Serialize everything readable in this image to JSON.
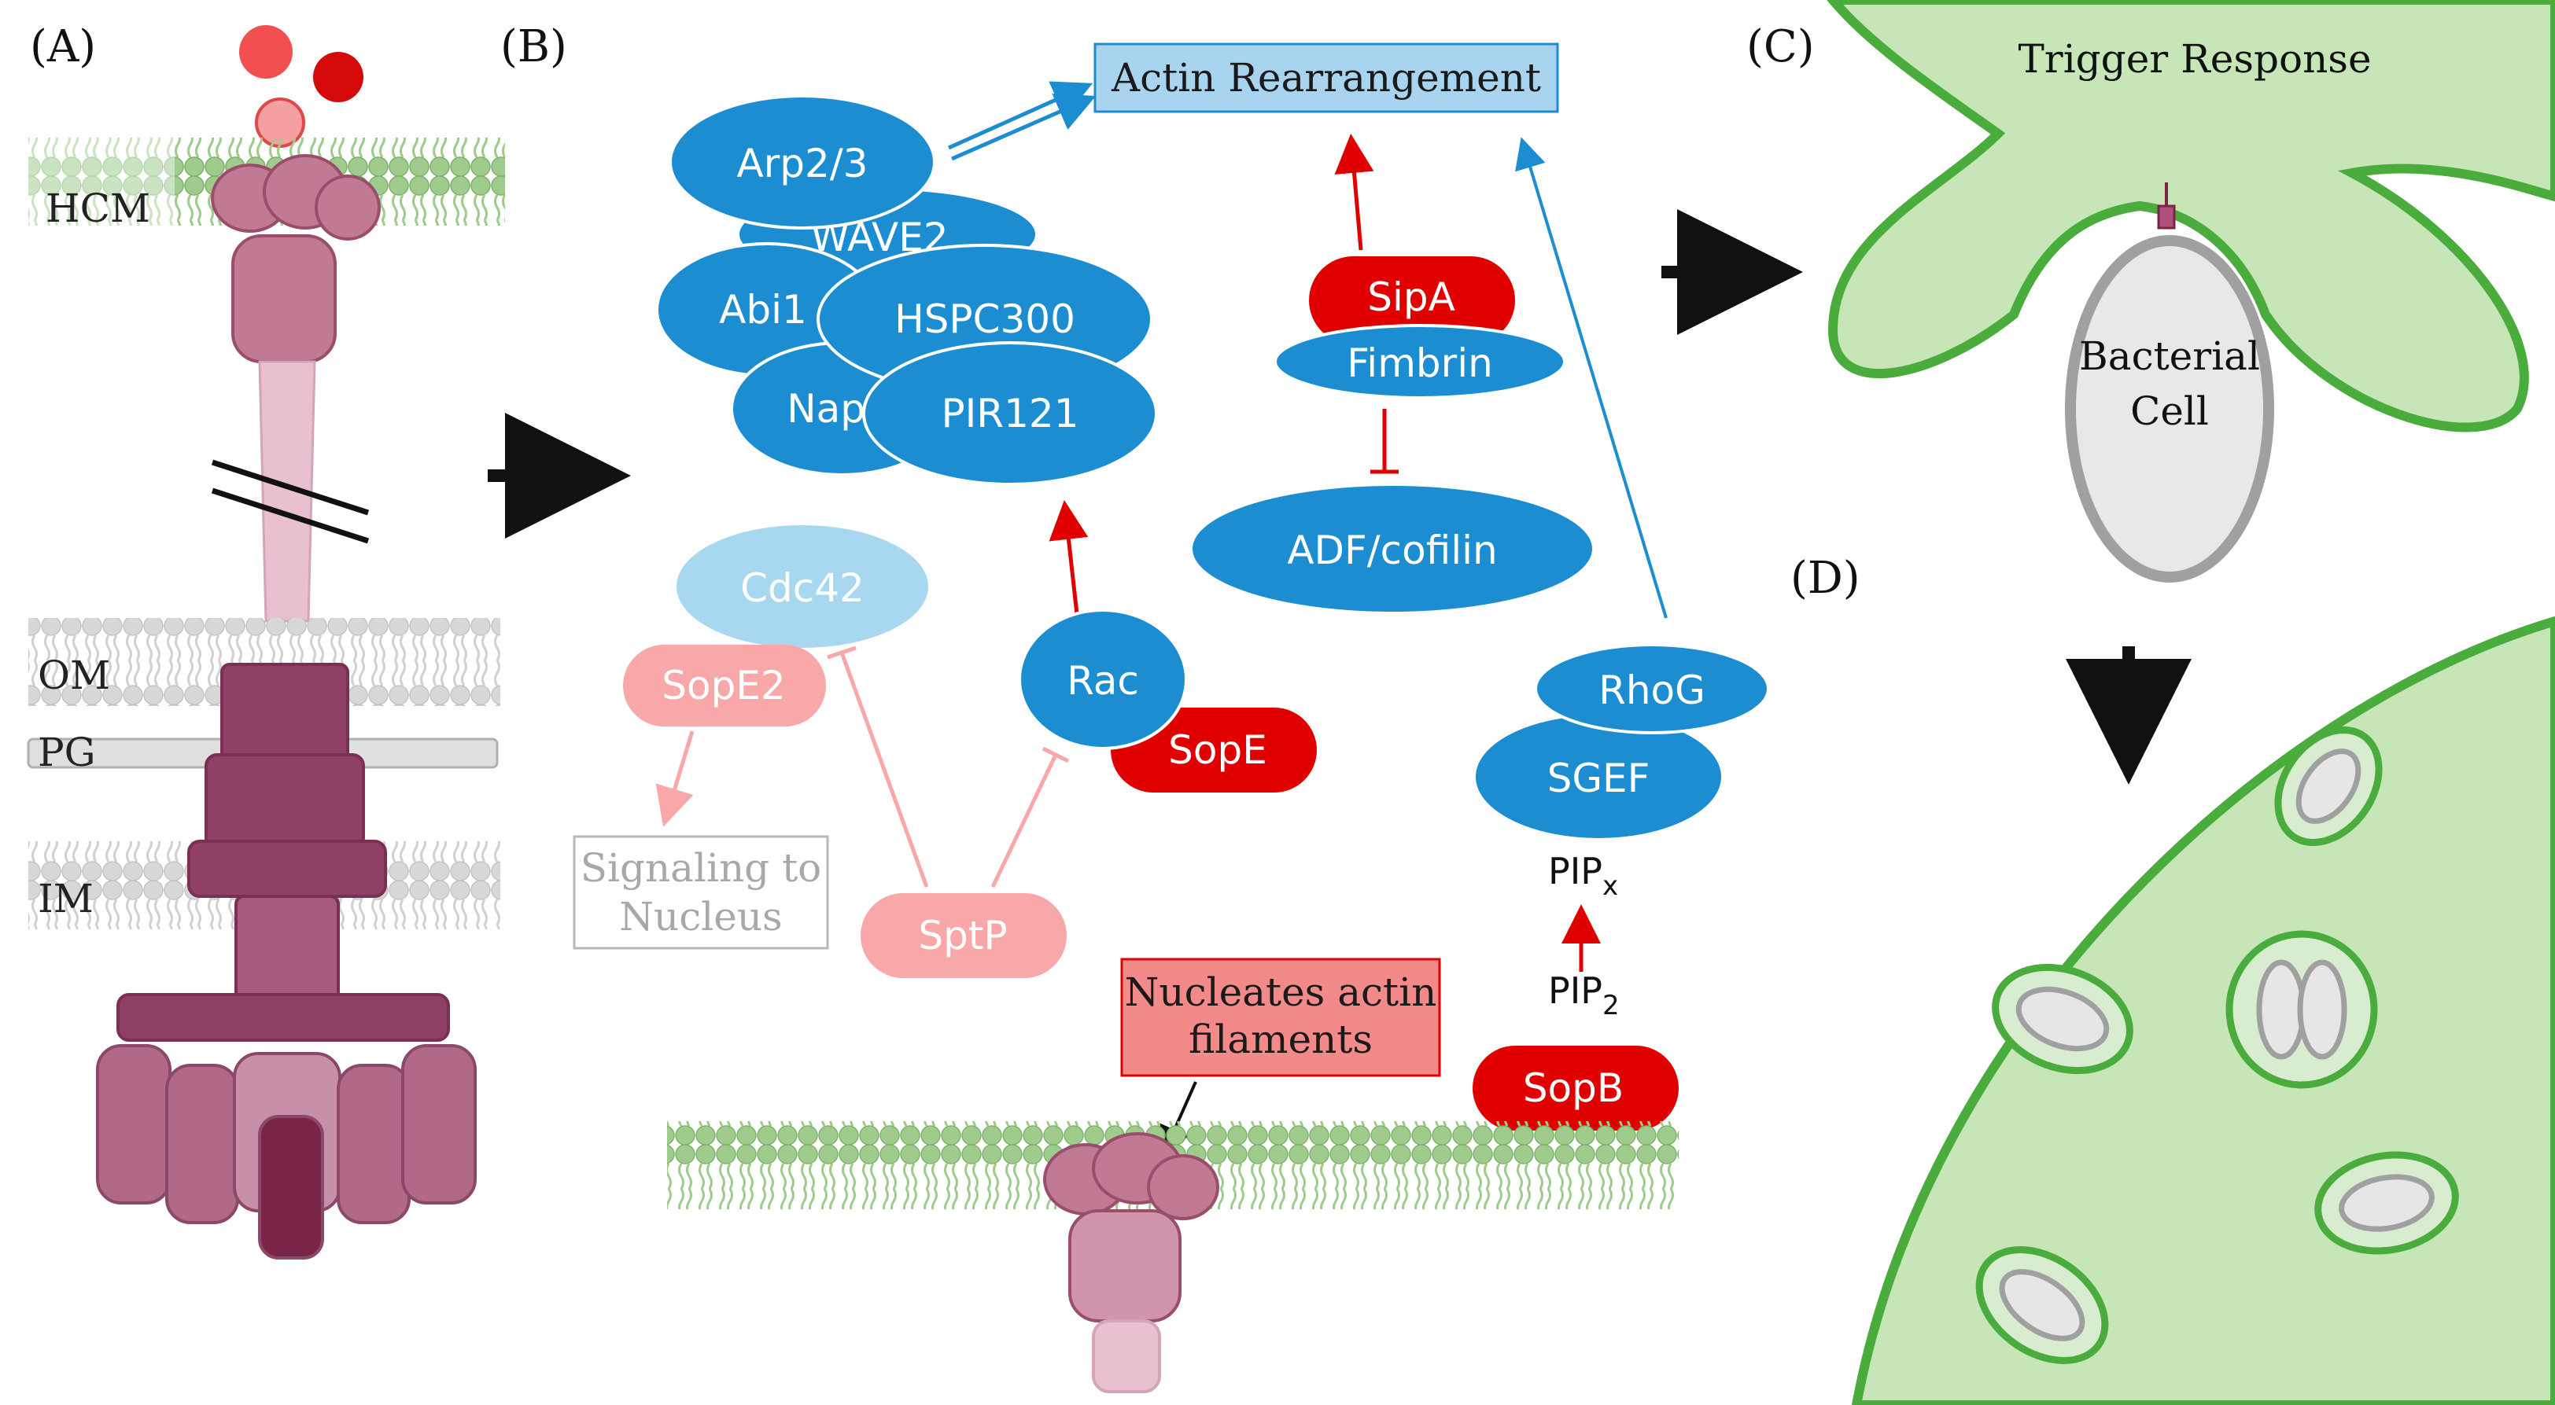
{
  "panels": {
    "a": "(A)",
    "b": "(B)",
    "c": "(C)",
    "d": "(D)"
  },
  "membranes": {
    "hcm": "HCM",
    "om": "OM",
    "pg": "PG",
    "im": "IM"
  },
  "wave_complex": {
    "arp": "Arp2/3",
    "wave2": "WAVE2",
    "abi1": "Abi1",
    "hspc300": "HSPC300",
    "nap1": "Nap1",
    "pir121": "PIR121"
  },
  "actin_rearrangement": "Actin Rearrangement",
  "sipa": "SipA",
  "fimbrin": "Fimbrin",
  "adf": "ADF/cofilin",
  "cdc42": "Cdc42",
  "sope2": "SopE2",
  "signaling": {
    "line1": "Signaling to",
    "line2": "Nucleus"
  },
  "rac": "Rac",
  "sope": "SopE",
  "sptp": "SptP",
  "rhog": "RhoG",
  "sgef": "SGEF",
  "pipx": {
    "base": "PIP",
    "sub": "x"
  },
  "pip2": {
    "base": "PIP",
    "sub": "2"
  },
  "sopb": "SopB",
  "nucleates": {
    "line1": "Nucleates actin",
    "line2": "filaments"
  },
  "trigger_response": "Trigger Response",
  "bacterial_cell": {
    "line1": "Bacterial",
    "line2": "Cell"
  },
  "colors": {
    "blue": "#1b8dd0",
    "light_blue": "#a8d8f0",
    "red": "#e00000",
    "pink": "#f8a8a8",
    "green_fill": "#c6e6b8",
    "green_edge": "#4aac3c",
    "gray_edge": "#a0a0a0",
    "maroon": "#8a3a5c"
  }
}
